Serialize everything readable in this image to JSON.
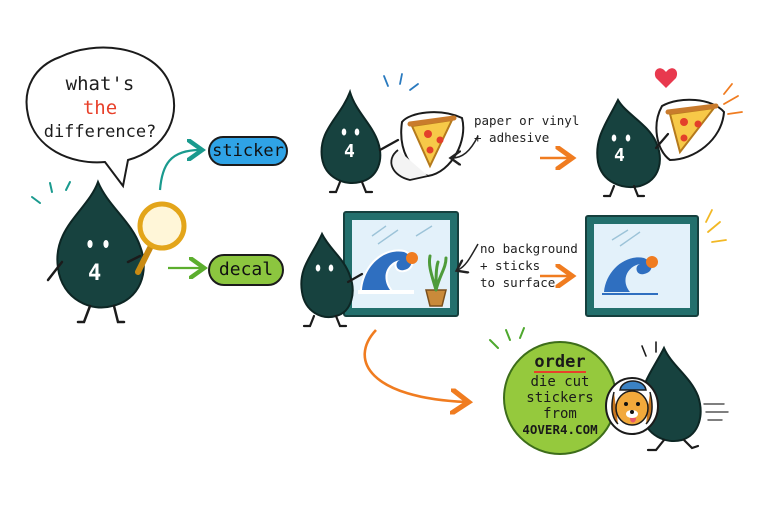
{
  "question": {
    "line1": "what's",
    "line2": "the",
    "line3": "difference?"
  },
  "labels": {
    "sticker": "sticker",
    "decal": "decal"
  },
  "notes": {
    "sticker_line1": "paper or vinyl",
    "sticker_line2": "+ adhesive",
    "decal_line1": "no background",
    "decal_line2": "+ sticks",
    "decal_line3": "to surface"
  },
  "mascot_number": "4",
  "cta": {
    "title": "order",
    "line1": "die cut",
    "line2": "stickers",
    "line3": "from",
    "brand": "4OVER4.COM"
  },
  "colors": {
    "mascot": "#17423f",
    "orange": "#f07c20",
    "red": "#e8402a",
    "teal": "#1a9a8e",
    "sticker_pill": "#2fa3e6",
    "decal_pill": "#8cc63f",
    "cta_circle": "#95c93d",
    "window": "#23706d",
    "glass": "#e3f1fa"
  },
  "icons": [
    "magnifying-glass-icon",
    "pizza-sticker-icon",
    "wave-decal-icon",
    "plant-icon",
    "heart-icon",
    "dog-sticker-icon"
  ]
}
